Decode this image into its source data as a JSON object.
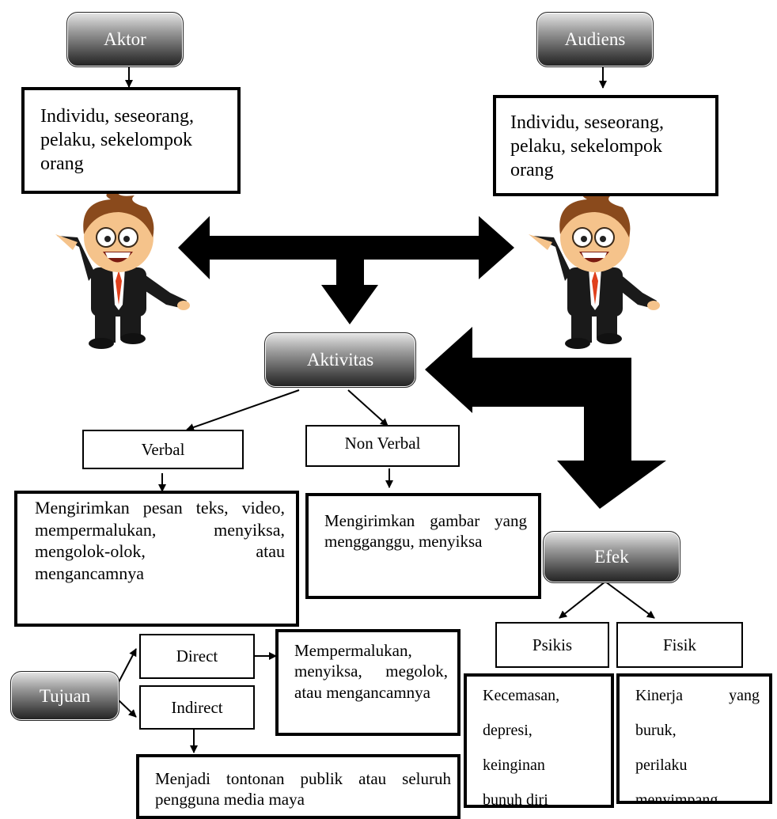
{
  "actor": {
    "title": "Aktor",
    "description": "Individu, seseorang, pelaku, sekelompok orang"
  },
  "audience": {
    "title": "Audiens",
    "description": "Individu, seseorang, pelaku, sekelompok orang"
  },
  "activity": {
    "title": "Aktivitas",
    "verbal": {
      "label": "Verbal",
      "description": "Mengirimkan pesan teks, video, mempermalukan, menyiksa, mengolok-olok, atau mengancamnya"
    },
    "nonverbal": {
      "label": "Non Verbal",
      "description": "Mengirimkan gambar yang mengganggu, menyiksa"
    }
  },
  "purpose": {
    "title": "Tujuan",
    "direct": {
      "label": "Direct",
      "description": "Mempermalukan, menyiksa, megolok, atau mengancamnya"
    },
    "indirect": {
      "label": "Indirect",
      "description": "Menjadi tontonan publik atau seluruh pengguna media maya"
    }
  },
  "effect": {
    "title": "Efek",
    "psychological": {
      "label": "Psikis",
      "lines": [
        "Kecemasan,",
        "depresi,",
        "keinginan",
        "bunuh diri"
      ]
    },
    "physical": {
      "label": "Fisik",
      "lines": [
        "Kinerja yang",
        "buruk,",
        "perilaku",
        "menyimpang"
      ]
    }
  },
  "colors": {
    "node_dark": "#333333",
    "line": "#000000",
    "shirt_red": "#e0401c",
    "skin": "#f5c38b",
    "hair": "#8a4a1c"
  }
}
